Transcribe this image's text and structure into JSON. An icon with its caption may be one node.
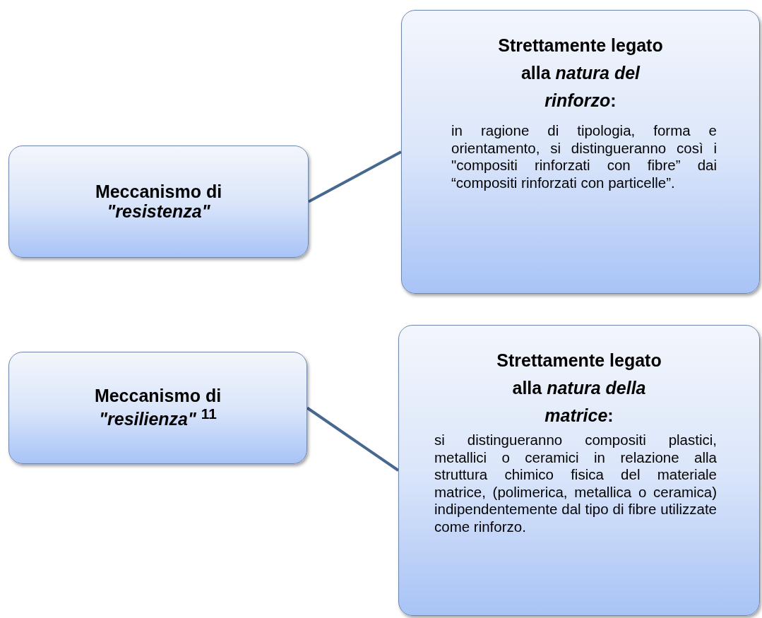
{
  "diagram": {
    "nodes": [
      {
        "text": [
          "Meccanismo di *\"resistenza\"*"
        ]
      },
      {
        "text": [
          "Strettamente legato alla *natura del rinforzo*:",
          "in ragione di tipologia, forma e orientamento, si distingueranno così i \"compositi rinforzati con fibre” dai “compositi rinforzati con particelle”."
        ]
      },
      {
        "text": [
          "Meccanismo di *\"resilienza\"* $^{11}$"
        ]
      },
      {
        "text": [
          "Strettamente legato alla *natura della matrice*:",
          "si distingueranno compositi plastici, metallici o ceramici in relazione alla struttura chimico fisica del materiale matrice, (polimerica, metallica o ceramica) indipendentemente dal tipo di fibre utilizzate come rinforzo."
        ]
      }
    ],
    "edges": [
      {
        "from": 0,
        "to": 1,
        "arrow": "none"
      },
      {
        "from": 2,
        "to": 3,
        "arrow": "none"
      }
    ]
  }
}
